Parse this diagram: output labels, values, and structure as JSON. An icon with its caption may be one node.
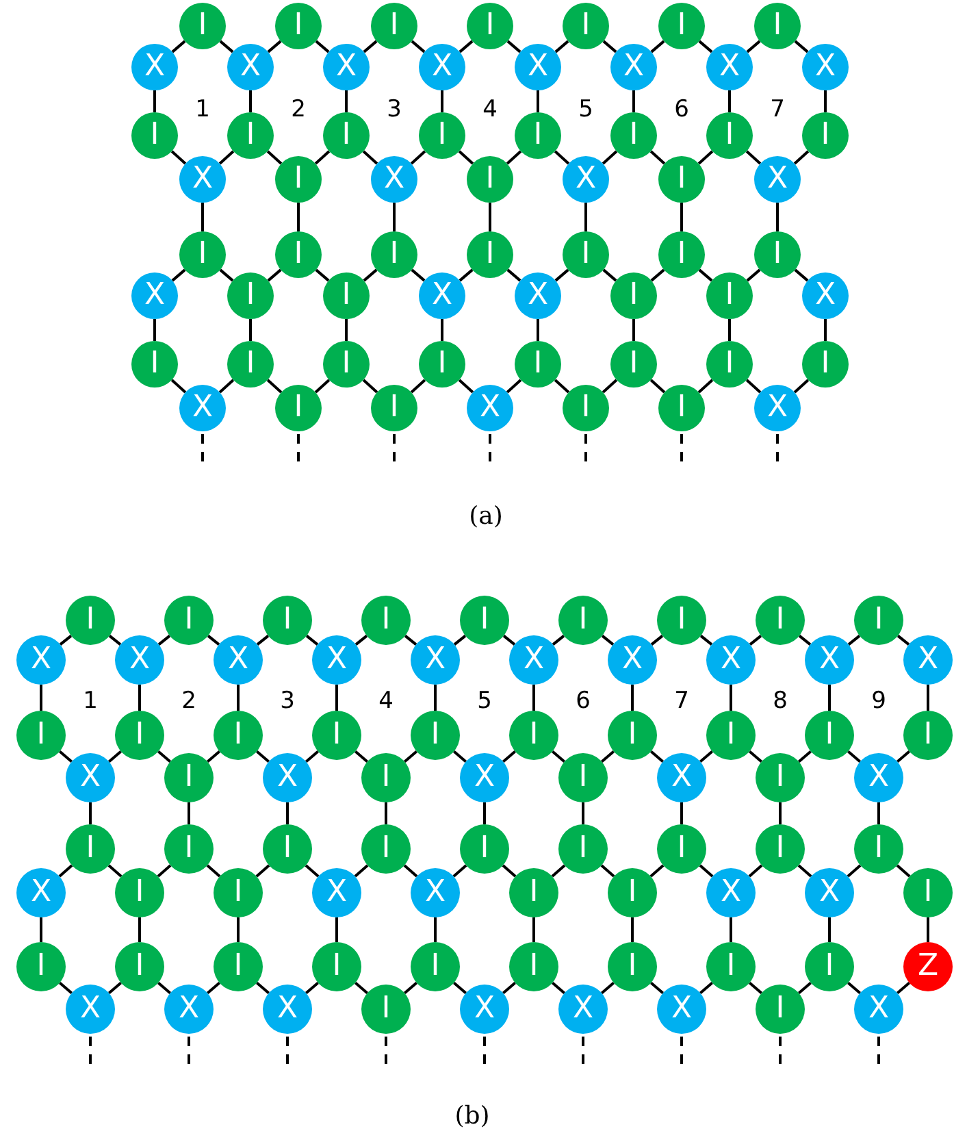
{
  "diagram": {
    "nodes": [
      {
        "text": [
          "I"
        ]
      },
      {
        "text": [
          "I"
        ]
      },
      {
        "text": [
          "I"
        ]
      },
      {
        "text": [
          "I"
        ]
      },
      {
        "text": [
          "I"
        ]
      },
      {
        "text": [
          "I"
        ]
      },
      {
        "text": [
          "I"
        ]
      },
      {
        "text": [
          "X"
        ]
      },
      {
        "text": [
          "X"
        ]
      },
      {
        "text": [
          "X"
        ]
      },
      {
        "text": [
          "X"
        ]
      },
      {
        "text": [
          "X"
        ]
      },
      {
        "text": [
          "X"
        ]
      },
      {
        "text": [
          "X"
        ]
      },
      {
        "text": [
          "X"
        ]
      },
      {
        "text": [
          "I"
        ]
      },
      {
        "text": [
          "I"
        ]
      },
      {
        "text": [
          "I"
        ]
      },
      {
        "text": [
          "I"
        ]
      },
      {
        "text": [
          "I"
        ]
      },
      {
        "text": [
          "I"
        ]
      },
      {
        "text": [
          "I"
        ]
      },
      {
        "text": [
          "I"
        ]
      },
      {
        "text": [
          "X"
        ]
      },
      {
        "text": [
          "I"
        ]
      },
      {
        "text": [
          "X"
        ]
      },
      {
        "text": [
          "I"
        ]
      },
      {
        "text": [
          "X"
        ]
      },
      {
        "text": [
          "I"
        ]
      },
      {
        "text": [
          "X"
        ]
      },
      {
        "text": [
          "I"
        ]
      },
      {
        "text": [
          "I"
        ]
      },
      {
        "text": [
          "I"
        ]
      },
      {
        "text": [
          "I"
        ]
      },
      {
        "text": [
          "I"
        ]
      },
      {
        "text": [
          "I"
        ]
      },
      {
        "text": [
          "I"
        ]
      },
      {
        "text": [
          "X"
        ]
      },
      {
        "text": [
          "I"
        ]
      },
      {
        "text": [
          "I"
        ]
      },
      {
        "text": [
          "X"
        ]
      },
      {
        "text": [
          "X"
        ]
      },
      {
        "text": [
          "I"
        ]
      },
      {
        "text": [
          "I"
        ]
      },
      {
        "text": [
          "X"
        ]
      },
      {
        "text": [
          "I"
        ]
      },
      {
        "text": [
          "I"
        ]
      },
      {
        "text": [
          "I"
        ]
      },
      {
        "text": [
          "I"
        ]
      },
      {
        "text": [
          "I"
        ]
      },
      {
        "text": [
          "I"
        ]
      },
      {
        "text": [
          "I"
        ]
      },
      {
        "text": [
          "I"
        ]
      },
      {
        "text": [
          "X"
        ]
      },
      {
        "text": [
          "I"
        ]
      },
      {
        "text": [
          "I"
        ]
      },
      {
        "text": [
          "X"
        ]
      },
      {
        "text": [
          "I"
        ]
      },
      {
        "text": [
          "I"
        ]
      },
      {
        "text": [
          "X"
        ]
      },
      {
        "text": [
          "I"
        ]
      },
      {
        "text": [
          "I"
        ]
      },
      {
        "text": [
          "I"
        ]
      },
      {
        "text": [
          "I"
        ]
      },
      {
        "text": [
          "I"
        ]
      },
      {
        "text": [
          "I"
        ]
      },
      {
        "text": [
          "I"
        ]
      },
      {
        "text": [
          "I"
        ]
      },
      {
        "text": [
          "I"
        ]
      },
      {
        "text": [
          "X"
        ]
      },
      {
        "text": [
          "X"
        ]
      },
      {
        "text": [
          "X"
        ]
      },
      {
        "text": [
          "X"
        ]
      },
      {
        "text": [
          "X"
        ]
      },
      {
        "text": [
          "X"
        ]
      },
      {
        "text": [
          "X"
        ]
      },
      {
        "text": [
          "X"
        ]
      },
      {
        "text": [
          "X"
        ]
      },
      {
        "text": [
          "X"
        ]
      },
      {
        "text": [
          "I"
        ]
      },
      {
        "text": [
          "I"
        ]
      },
      {
        "text": [
          "I"
        ]
      },
      {
        "text": [
          "I"
        ]
      },
      {
        "text": [
          "I"
        ]
      },
      {
        "text": [
          "I"
        ]
      },
      {
        "text": [
          "I"
        ]
      },
      {
        "text": [
          "I"
        ]
      },
      {
        "text": [
          "I"
        ]
      },
      {
        "text": [
          "I"
        ]
      },
      {
        "text": [
          "X"
        ]
      },
      {
        "text": [
          "I"
        ]
      },
      {
        "text": [
          "X"
        ]
      },
      {
        "text": [
          "I"
        ]
      },
      {
        "text": [
          "X"
        ]
      },
      {
        "text": [
          "I"
        ]
      },
      {
        "text": [
          "X"
        ]
      },
      {
        "text": [
          "I"
        ]
      },
      {
        "text": [
          "X"
        ]
      },
      {
        "text": [
          "I"
        ]
      },
      {
        "text": [
          "I"
        ]
      },
      {
        "text": [
          "I"
        ]
      },
      {
        "text": [
          "I"
        ]
      },
      {
        "text": [
          "I"
        ]
      },
      {
        "text": [
          "I"
        ]
      },
      {
        "text": [
          "I"
        ]
      },
      {
        "text": [
          "I"
        ]
      },
      {
        "text": [
          "I"
        ]
      },
      {
        "text": [
          "X"
        ]
      },
      {
        "text": [
          "I"
        ]
      },
      {
        "text": [
          "I"
        ]
      },
      {
        "text": [
          "X"
        ]
      },
      {
        "text": [
          "X"
        ]
      },
      {
        "text": [
          "I"
        ]
      },
      {
        "text": [
          "I"
        ]
      },
      {
        "text": [
          "X"
        ]
      },
      {
        "text": [
          "X"
        ]
      },
      {
        "text": [
          "I"
        ]
      },
      {
        "text": [
          "I"
        ]
      },
      {
        "text": [
          "I"
        ]
      },
      {
        "text": [
          "I"
        ]
      },
      {
        "text": [
          "I"
        ]
      },
      {
        "text": [
          "I"
        ]
      },
      {
        "text": [
          "I"
        ]
      },
      {
        "text": [
          "I"
        ]
      },
      {
        "text": [
          "I"
        ]
      },
      {
        "text": [
          "I"
        ]
      },
      {
        "text": [
          "Z"
        ]
      },
      {
        "text": [
          "X"
        ]
      },
      {
        "text": [
          "X"
        ]
      },
      {
        "text": [
          "X"
        ]
      },
      {
        "text": [
          "I"
        ]
      },
      {
        "text": [
          "X"
        ]
      },
      {
        "text": [
          "X"
        ]
      },
      {
        "text": [
          "X"
        ]
      },
      {
        "text": [
          "I"
        ]
      },
      {
        "text": [
          "X"
        ]
      }
    ],
    "edges": [
      {
        "from": 0,
        "to": 7,
        "arrow": "none"
      },
      {
        "from": 0,
        "to": 8,
        "arrow": "none"
      },
      {
        "from": 1,
        "to": 8,
        "arrow": "none"
      },
      {
        "from": 1,
        "to": 9,
        "arrow": "none"
      },
      {
        "from": 2,
        "to": 9,
        "arrow": "none"
      },
      {
        "from": 2,
        "to": 10,
        "arrow": "none"
      },
      {
        "from": 3,
        "to": 10,
        "arrow": "none"
      },
      {
        "from": 3,
        "to": 11,
        "arrow": "none"
      },
      {
        "from": 4,
        "to": 11,
        "arrow": "none"
      },
      {
        "from": 4,
        "to": 12,
        "arrow": "none"
      },
      {
        "from": 5,
        "to": 12,
        "arrow": "none"
      },
      {
        "from": 5,
        "to": 13,
        "arrow": "none"
      },
      {
        "from": 6,
        "to": 13,
        "arrow": "none"
      },
      {
        "from": 6,
        "to": 14,
        "arrow": "none"
      },
      {
        "from": 7,
        "to": 15,
        "arrow": "none"
      },
      {
        "from": 8,
        "to": 16,
        "arrow": "none"
      },
      {
        "from": 9,
        "to": 17,
        "arrow": "none"
      },
      {
        "from": 10,
        "to": 18,
        "arrow": "none"
      },
      {
        "from": 11,
        "to": 19,
        "arrow": "none"
      },
      {
        "from": 12,
        "to": 20,
        "arrow": "none"
      },
      {
        "from": 13,
        "to": 21,
        "arrow": "none"
      },
      {
        "from": 14,
        "to": 22,
        "arrow": "none"
      },
      {
        "from": 15,
        "to": 23,
        "arrow": "none"
      },
      {
        "from": 16,
        "to": 23,
        "arrow": "none"
      },
      {
        "from": 16,
        "to": 24,
        "arrow": "none"
      },
      {
        "from": 17,
        "to": 24,
        "arrow": "none"
      },
      {
        "from": 17,
        "to": 25,
        "arrow": "none"
      },
      {
        "from": 18,
        "to": 25,
        "arrow": "none"
      },
      {
        "from": 18,
        "to": 26,
        "arrow": "none"
      },
      {
        "from": 19,
        "to": 26,
        "arrow": "none"
      },
      {
        "from": 19,
        "to": 27,
        "arrow": "none"
      },
      {
        "from": 20,
        "to": 27,
        "arrow": "none"
      },
      {
        "from": 20,
        "to": 28,
        "arrow": "none"
      },
      {
        "from": 21,
        "to": 28,
        "arrow": "none"
      },
      {
        "from": 21,
        "to": 29,
        "arrow": "none"
      },
      {
        "from": 22,
        "to": 29,
        "arrow": "none"
      },
      {
        "from": 23,
        "to": 30,
        "arrow": "none"
      },
      {
        "from": 24,
        "to": 31,
        "arrow": "none"
      },
      {
        "from": 25,
        "to": 32,
        "arrow": "none"
      },
      {
        "from": 26,
        "to": 33,
        "arrow": "none"
      },
      {
        "from": 27,
        "to": 34,
        "arrow": "none"
      },
      {
        "from": 28,
        "to": 35,
        "arrow": "none"
      },
      {
        "from": 29,
        "to": 36,
        "arrow": "none"
      },
      {
        "from": 30,
        "to": 37,
        "arrow": "none"
      },
      {
        "from": 30,
        "to": 38,
        "arrow": "none"
      },
      {
        "from": 31,
        "to": 38,
        "arrow": "none"
      },
      {
        "from": 31,
        "to": 39,
        "arrow": "none"
      },
      {
        "from": 32,
        "to": 39,
        "arrow": "none"
      },
      {
        "from": 32,
        "to": 40,
        "arrow": "none"
      },
      {
        "from": 33,
        "to": 40,
        "arrow": "none"
      },
      {
        "from": 33,
        "to": 41,
        "arrow": "none"
      },
      {
        "from": 34,
        "to": 41,
        "arrow": "none"
      },
      {
        "from": 34,
        "to": 42,
        "arrow": "none"
      },
      {
        "from": 35,
        "to": 42,
        "arrow": "none"
      },
      {
        "from": 35,
        "to": 43,
        "arrow": "none"
      },
      {
        "from": 36,
        "to": 43,
        "arrow": "none"
      },
      {
        "from": 36,
        "to": 44,
        "arrow": "none"
      },
      {
        "from": 37,
        "to": 45,
        "arrow": "none"
      },
      {
        "from": 38,
        "to": 46,
        "arrow": "none"
      },
      {
        "from": 39,
        "to": 47,
        "arrow": "none"
      },
      {
        "from": 40,
        "to": 48,
        "arrow": "none"
      },
      {
        "from": 41,
        "to": 49,
        "arrow": "none"
      },
      {
        "from": 42,
        "to": 50,
        "arrow": "none"
      },
      {
        "from": 43,
        "to": 51,
        "arrow": "none"
      },
      {
        "from": 44,
        "to": 52,
        "arrow": "none"
      },
      {
        "from": 45,
        "to": 53,
        "arrow": "none"
      },
      {
        "from": 46,
        "to": 53,
        "arrow": "none"
      },
      {
        "from": 46,
        "to": 54,
        "arrow": "none"
      },
      {
        "from": 47,
        "to": 54,
        "arrow": "none"
      },
      {
        "from": 47,
        "to": 55,
        "arrow": "none"
      },
      {
        "from": 48,
        "to": 55,
        "arrow": "none"
      },
      {
        "from": 48,
        "to": 56,
        "arrow": "none"
      },
      {
        "from": 49,
        "to": 56,
        "arrow": "none"
      },
      {
        "from": 49,
        "to": 57,
        "arrow": "none"
      },
      {
        "from": 50,
        "to": 57,
        "arrow": "none"
      },
      {
        "from": 50,
        "to": 58,
        "arrow": "none"
      },
      {
        "from": 51,
        "to": 58,
        "arrow": "none"
      },
      {
        "from": 51,
        "to": 59,
        "arrow": "none"
      },
      {
        "from": 52,
        "to": 59,
        "arrow": "none"
      },
      {
        "from": 53,
        "to": null,
        "arrow": "none",
        "style": "dashed"
      },
      {
        "from": 54,
        "to": null,
        "arrow": "none",
        "style": "dashed"
      },
      {
        "from": 55,
        "to": null,
        "arrow": "none",
        "style": "dashed"
      },
      {
        "from": 56,
        "to": null,
        "arrow": "none",
        "style": "dashed"
      },
      {
        "from": 57,
        "to": null,
        "arrow": "none",
        "style": "dashed"
      },
      {
        "from": 58,
        "to": null,
        "arrow": "none",
        "style": "dashed"
      },
      {
        "from": 59,
        "to": null,
        "arrow": "none",
        "style": "dashed"
      },
      {
        "from": 60,
        "to": 69,
        "arrow": "none"
      },
      {
        "from": 60,
        "to": 70,
        "arrow": "none"
      },
      {
        "from": 61,
        "to": 70,
        "arrow": "none"
      },
      {
        "from": 61,
        "to": 71,
        "arrow": "none"
      },
      {
        "from": 62,
        "to": 71,
        "arrow": "none"
      },
      {
        "from": 62,
        "to": 72,
        "arrow": "none"
      },
      {
        "from": 63,
        "to": 72,
        "arrow": "none"
      },
      {
        "from": 63,
        "to": 73,
        "arrow": "none"
      },
      {
        "from": 64,
        "to": 73,
        "arrow": "none"
      },
      {
        "from": 64,
        "to": 74,
        "arrow": "none"
      },
      {
        "from": 65,
        "to": 74,
        "arrow": "none"
      },
      {
        "from": 65,
        "to": 75,
        "arrow": "none"
      },
      {
        "from": 66,
        "to": 75,
        "arrow": "none"
      },
      {
        "from": 66,
        "to": 76,
        "arrow": "none"
      },
      {
        "from": 67,
        "to": 76,
        "arrow": "none"
      },
      {
        "from": 67,
        "to": 77,
        "arrow": "none"
      },
      {
        "from": 68,
        "to": 77,
        "arrow": "none"
      },
      {
        "from": 68,
        "to": 78,
        "arrow": "none"
      },
      {
        "from": 69,
        "to": 79,
        "arrow": "none"
      },
      {
        "from": 70,
        "to": 80,
        "arrow": "none"
      },
      {
        "from": 71,
        "to": 81,
        "arrow": "none"
      },
      {
        "from": 72,
        "to": 82,
        "arrow": "none"
      },
      {
        "from": 73,
        "to": 83,
        "arrow": "none"
      },
      {
        "from": 74,
        "to": 84,
        "arrow": "none"
      },
      {
        "from": 75,
        "to": 85,
        "arrow": "none"
      },
      {
        "from": 76,
        "to": 86,
        "arrow": "none"
      },
      {
        "from": 77,
        "to": 87,
        "arrow": "none"
      },
      {
        "from": 78,
        "to": 88,
        "arrow": "none"
      },
      {
        "from": 79,
        "to": 89,
        "arrow": "none"
      },
      {
        "from": 80,
        "to": 89,
        "arrow": "none"
      },
      {
        "from": 80,
        "to": 90,
        "arrow": "none"
      },
      {
        "from": 81,
        "to": 90,
        "arrow": "none"
      },
      {
        "from": 81,
        "to": 91,
        "arrow": "none"
      },
      {
        "from": 82,
        "to": 91,
        "arrow": "none"
      },
      {
        "from": 82,
        "to": 92,
        "arrow": "none"
      },
      {
        "from": 83,
        "to": 92,
        "arrow": "none"
      },
      {
        "from": 83,
        "to": 93,
        "arrow": "none"
      },
      {
        "from": 84,
        "to": 93,
        "arrow": "none"
      },
      {
        "from": 84,
        "to": 94,
        "arrow": "none"
      },
      {
        "from": 85,
        "to": 94,
        "arrow": "none"
      },
      {
        "from": 85,
        "to": 95,
        "arrow": "none"
      },
      {
        "from": 86,
        "to": 95,
        "arrow": "none"
      },
      {
        "from": 86,
        "to": 96,
        "arrow": "none"
      },
      {
        "from": 87,
        "to": 96,
        "arrow": "none"
      },
      {
        "from": 87,
        "to": 97,
        "arrow": "none"
      },
      {
        "from": 88,
        "to": 97,
        "arrow": "none"
      },
      {
        "from": 89,
        "to": 98,
        "arrow": "none"
      },
      {
        "from": 90,
        "to": 99,
        "arrow": "none"
      },
      {
        "from": 91,
        "to": 100,
        "arrow": "none"
      },
      {
        "from": 92,
        "to": 101,
        "arrow": "none"
      },
      {
        "from": 93,
        "to": 102,
        "arrow": "none"
      },
      {
        "from": 94,
        "to": 103,
        "arrow": "none"
      },
      {
        "from": 95,
        "to": 104,
        "arrow": "none"
      },
      {
        "from": 96,
        "to": 105,
        "arrow": "none"
      },
      {
        "from": 97,
        "to": 106,
        "arrow": "none"
      },
      {
        "from": 98,
        "to": 107,
        "arrow": "none"
      },
      {
        "from": 98,
        "to": 108,
        "arrow": "none"
      },
      {
        "from": 99,
        "to": 108,
        "arrow": "none"
      },
      {
        "from": 99,
        "to": 109,
        "arrow": "none"
      },
      {
        "from": 100,
        "to": 109,
        "arrow": "none"
      },
      {
        "from": 100,
        "to": 110,
        "arrow": "none"
      },
      {
        "from": 101,
        "to": 110,
        "arrow": "none"
      },
      {
        "from": 101,
        "to": 111,
        "arrow": "none"
      },
      {
        "from": 102,
        "to": 111,
        "arrow": "none"
      },
      {
        "from": 102,
        "to": 112,
        "arrow": "none"
      },
      {
        "from": 103,
        "to": 112,
        "arrow": "none"
      },
      {
        "from": 103,
        "to": 113,
        "arrow": "none"
      },
      {
        "from": 104,
        "to": 113,
        "arrow": "none"
      },
      {
        "from": 104,
        "to": 114,
        "arrow": "none"
      },
      {
        "from": 105,
        "to": 114,
        "arrow": "none"
      },
      {
        "from": 105,
        "to": 115,
        "arrow": "none"
      },
      {
        "from": 106,
        "to": 115,
        "arrow": "none"
      },
      {
        "from": 106,
        "to": 116,
        "arrow": "none"
      },
      {
        "from": 107,
        "to": 117,
        "arrow": "none"
      },
      {
        "from": 108,
        "to": 118,
        "arrow": "none"
      },
      {
        "from": 109,
        "to": 119,
        "arrow": "none"
      },
      {
        "from": 110,
        "to": 120,
        "arrow": "none"
      },
      {
        "from": 111,
        "to": 121,
        "arrow": "none"
      },
      {
        "from": 112,
        "to": 122,
        "arrow": "none"
      },
      {
        "from": 113,
        "to": 123,
        "arrow": "none"
      },
      {
        "from": 114,
        "to": 124,
        "arrow": "none"
      },
      {
        "from": 115,
        "to": 125,
        "arrow": "none"
      },
      {
        "from": 116,
        "to": 126,
        "arrow": "none"
      },
      {
        "from": 117,
        "to": 127,
        "arrow": "none"
      },
      {
        "from": 118,
        "to": 127,
        "arrow": "none"
      },
      {
        "from": 118,
        "to": 128,
        "arrow": "none"
      },
      {
        "from": 119,
        "to": 128,
        "arrow": "none"
      },
      {
        "from": 119,
        "to": 129,
        "arrow": "none"
      },
      {
        "from": 120,
        "to": 129,
        "arrow": "none"
      },
      {
        "from": 120,
        "to": 130,
        "arrow": "none"
      },
      {
        "from": 121,
        "to": 130,
        "arrow": "none"
      },
      {
        "from": 121,
        "to": 131,
        "arrow": "none"
      },
      {
        "from": 122,
        "to": 131,
        "arrow": "none"
      },
      {
        "from": 122,
        "to": 132,
        "arrow": "none"
      },
      {
        "from": 123,
        "to": 132,
        "arrow": "none"
      },
      {
        "from": 123,
        "to": 133,
        "arrow": "none"
      },
      {
        "from": 124,
        "to": 133,
        "arrow": "none"
      },
      {
        "from": 124,
        "to": 134,
        "arrow": "none"
      },
      {
        "from": 125,
        "to": 134,
        "arrow": "none"
      },
      {
        "from": 125,
        "to": 135,
        "arrow": "none"
      },
      {
        "from": 126,
        "to": 135,
        "arrow": "none"
      },
      {
        "from": 127,
        "to": null,
        "arrow": "none",
        "style": "dashed"
      },
      {
        "from": 128,
        "to": null,
        "arrow": "none",
        "style": "dashed"
      },
      {
        "from": 129,
        "to": null,
        "arrow": "none",
        "style": "dashed"
      },
      {
        "from": 130,
        "to": null,
        "arrow": "none",
        "style": "dashed"
      },
      {
        "from": 131,
        "to": null,
        "arrow": "none",
        "style": "dashed"
      },
      {
        "from": 132,
        "to": null,
        "arrow": "none",
        "style": "dashed"
      },
      {
        "from": 133,
        "to": null,
        "arrow": "none",
        "style": "dashed"
      },
      {
        "from": 134,
        "to": null,
        "arrow": "none",
        "style": "dashed"
      },
      {
        "from": 135,
        "to": null,
        "arrow": "none",
        "style": "dashed"
      }
    ],
    "labels": [
      "1",
      "2",
      "3",
      "4",
      "5",
      "6",
      "7",
      "(a)",
      "1",
      "2",
      "3",
      "4",
      "5",
      "6",
      "7",
      "8",
      "9",
      "(b)"
    ]
  }
}
